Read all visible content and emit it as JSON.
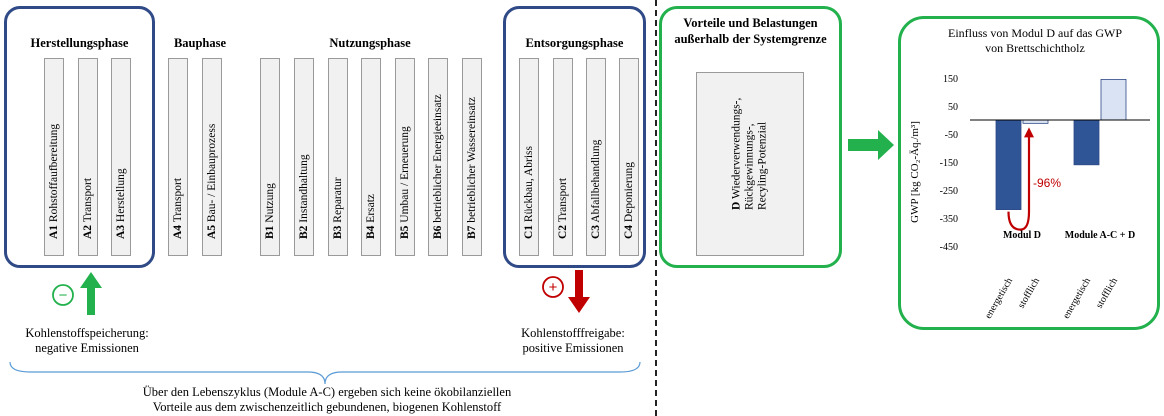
{
  "phases": {
    "herstellung": {
      "title": "Herstellungsphase",
      "modules": [
        {
          "code": "A1",
          "label": "Rohstoffaufbereitung"
        },
        {
          "code": "A2",
          "label": "Transport"
        },
        {
          "code": "A3",
          "label": "Herstellung"
        }
      ]
    },
    "bau": {
      "title": "Bauphase",
      "modules": [
        {
          "code": "A4",
          "label": "Transport"
        },
        {
          "code": "A5",
          "label": "Bau- / Einbauprozess"
        }
      ]
    },
    "nutzung": {
      "title": "Nutzungsphase",
      "modules": [
        {
          "code": "B1",
          "label": "Nutzung"
        },
        {
          "code": "B2",
          "label": "Instandhaltung"
        },
        {
          "code": "B3",
          "label": "Reparatur"
        },
        {
          "code": "B4",
          "label": "Ersatz"
        },
        {
          "code": "B5",
          "label": "Umbau / Erneuerung"
        },
        {
          "code": "B6",
          "label": "betrieblicher Energieeinsatz"
        },
        {
          "code": "B7",
          "label": "betrieblicher Wassereinsatz"
        }
      ]
    },
    "entsorgung": {
      "title": "Entsorgungsphase",
      "modules": [
        {
          "code": "C1",
          "label": "Rückbau, Abriss"
        },
        {
          "code": "C2",
          "label": "Transport"
        },
        {
          "code": "C3",
          "label": "Abfallbehandlung"
        },
        {
          "code": "C4",
          "label": "Deponierung"
        }
      ]
    }
  },
  "module_d": {
    "title_line1": "Vorteile und Belastungen",
    "title_line2": "außerhalb der Systemgrenze",
    "code": "D",
    "line1": "Wiederverwendungs-,",
    "line2": "Rückgewinnungs-,",
    "line3": "Recyling-Potenzial"
  },
  "storage": {
    "sign": "−",
    "line1": "Kohlenstoffspeicherung:",
    "line2": "negative Emissionen"
  },
  "release": {
    "sign": "+",
    "line1": "Kohlenstofffreigabe:",
    "line2": "positive Emissionen"
  },
  "bottom_note": {
    "line1": "Über den Lebenszyklus (Module A-C) ergeben sich keine ökobilanziellen",
    "line2": "Vorteile aus dem zwischenzeitlich gebundenen, biogenen Kohlenstoff"
  },
  "colors": {
    "phase_border": "#2f4a86",
    "green": "#22b14c",
    "red": "#c00000",
    "bar_dark": "#2f5597",
    "bar_light": "#dae3f3"
  },
  "chart_data": {
    "type": "bar",
    "title_line1": "Einfluss von Modul D auf das GWP",
    "title_line2": "von Brettschichtholz",
    "ylabel": "GWP [kg CO₂-Äq./m³]",
    "ylim": [
      -450,
      150
    ],
    "yticks": [
      150,
      50,
      -50,
      -150,
      -250,
      -350,
      -450
    ],
    "groups": [
      {
        "name": "Modul D",
        "bars": [
          {
            "label": "energetisch",
            "value": -320
          },
          {
            "label": "stofflich",
            "value": -12
          }
        ]
      },
      {
        "name": "Module A-C + D",
        "bars": [
          {
            "label": "energetisch",
            "value": -160
          },
          {
            "label": "stofflich",
            "value": 145
          }
        ]
      }
    ],
    "annotation": "-96%",
    "grid": false
  }
}
